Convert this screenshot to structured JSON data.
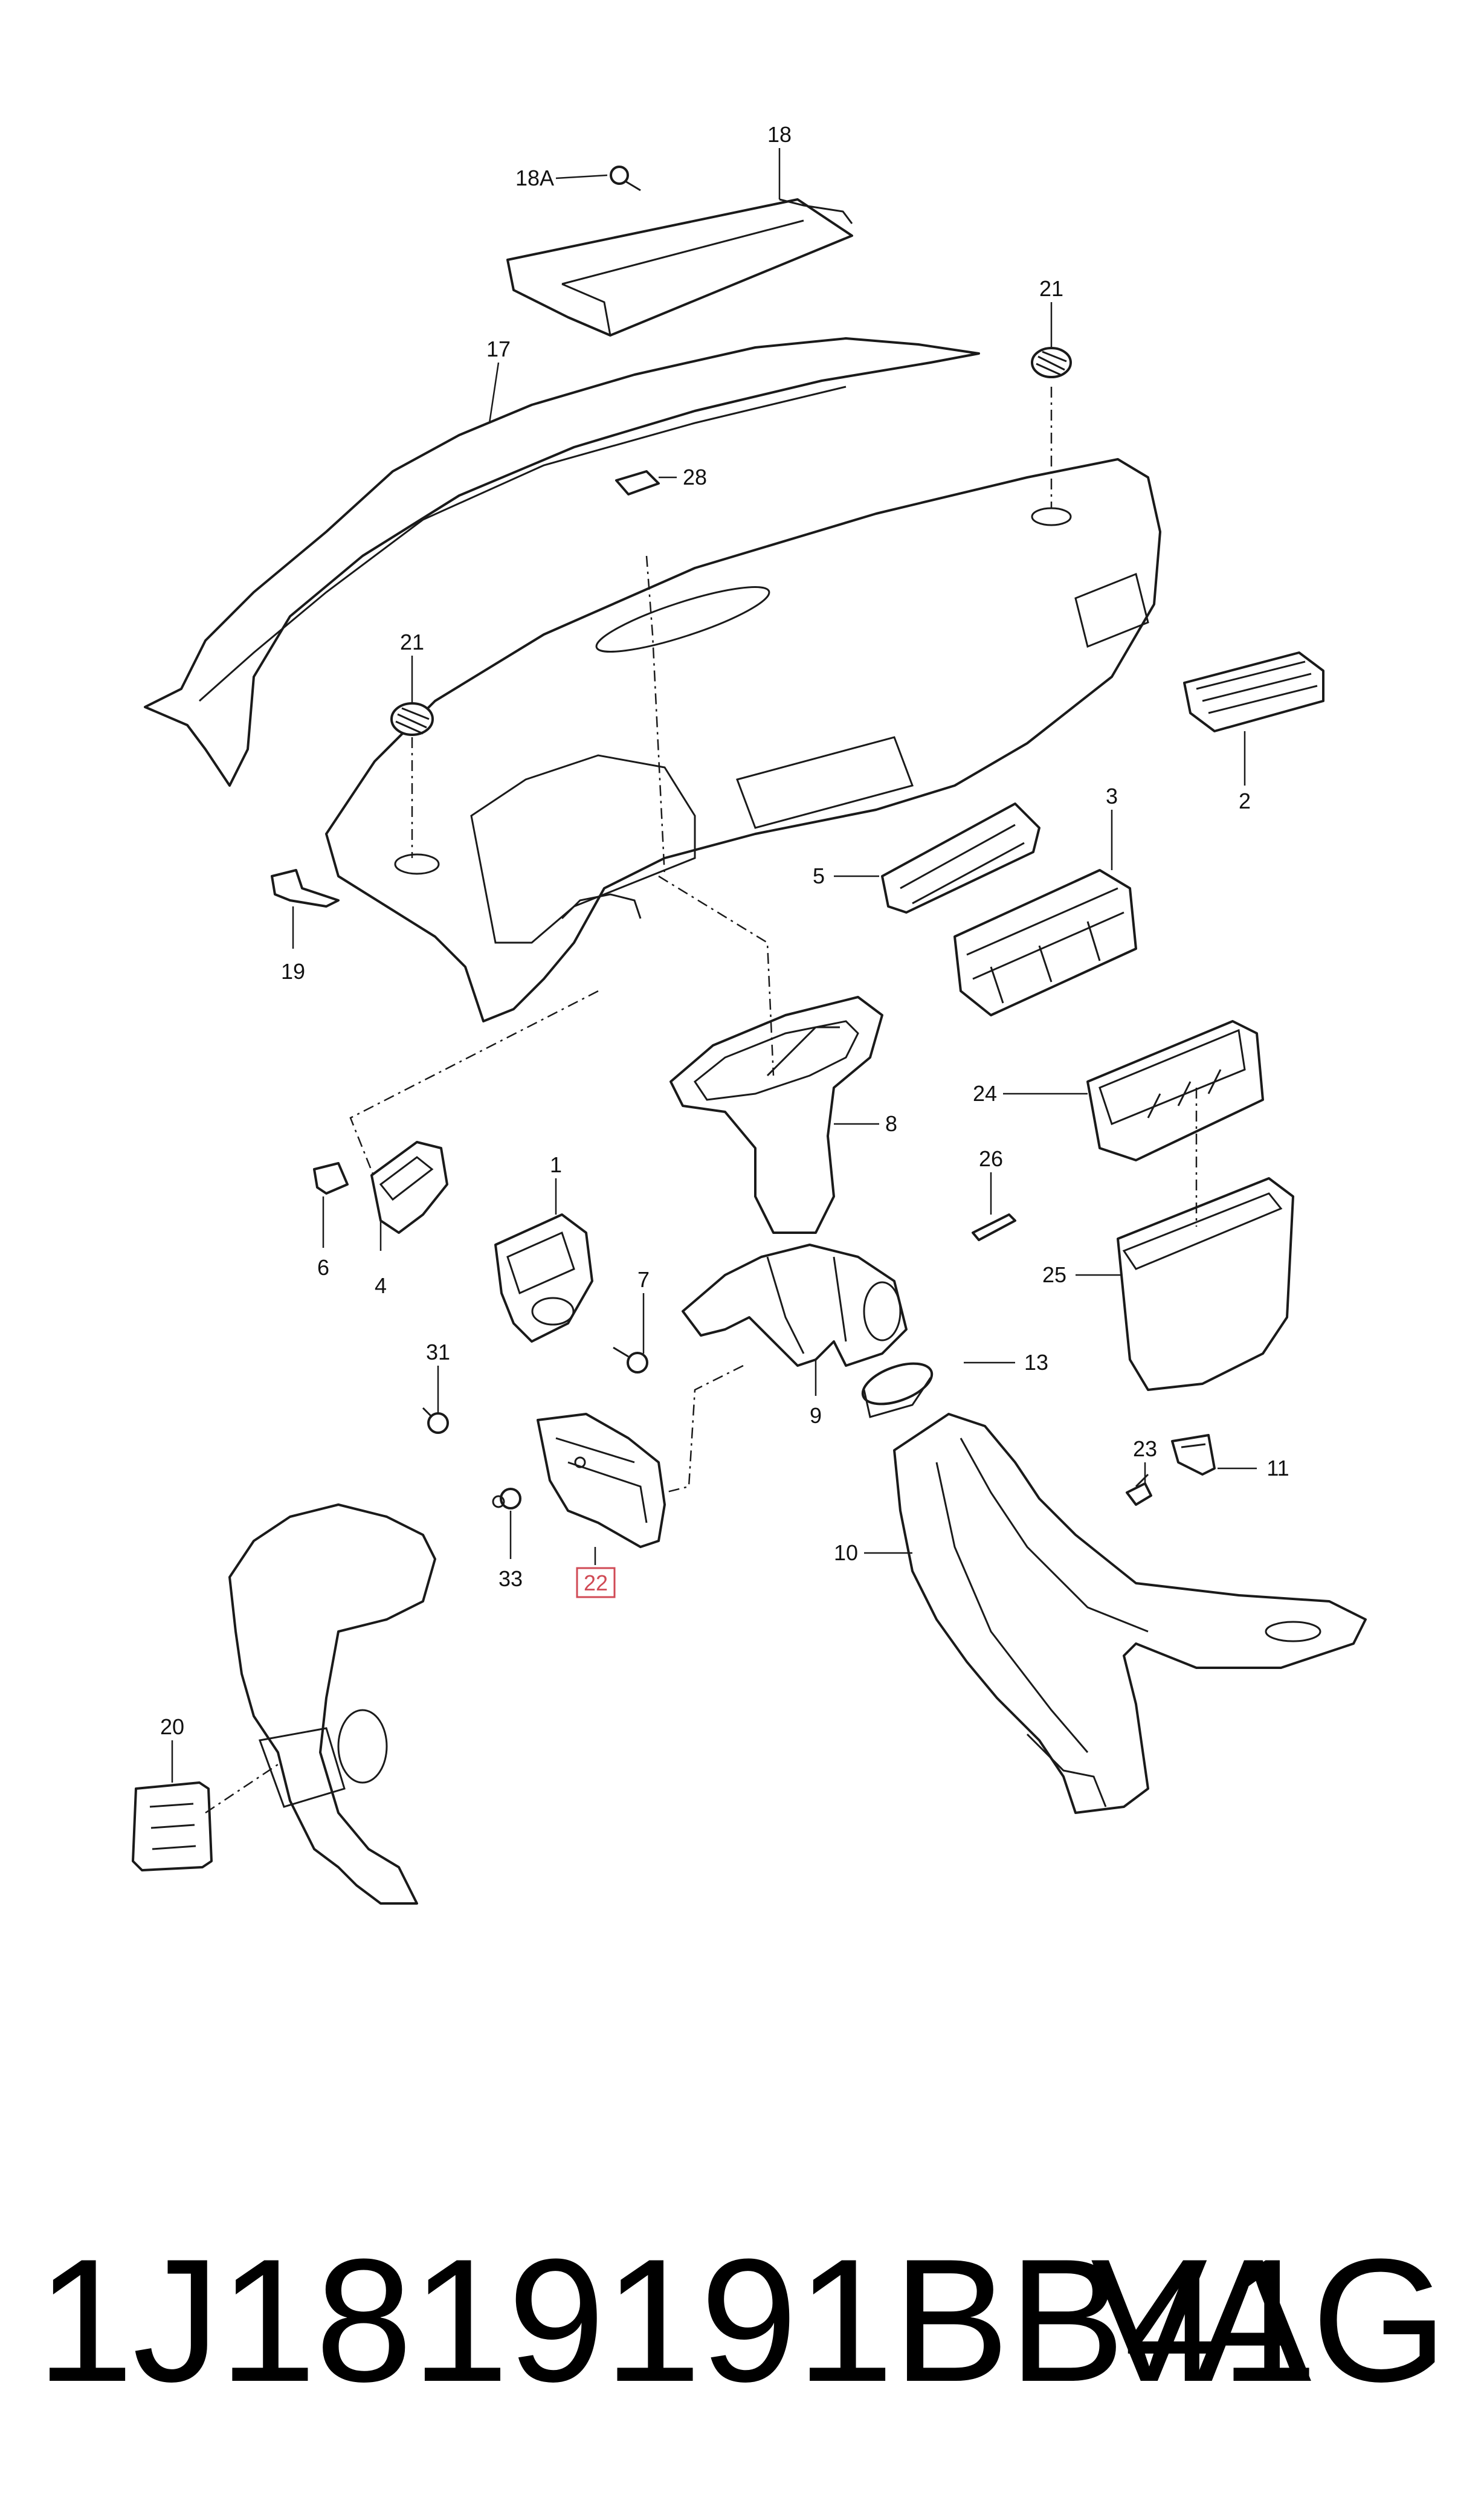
{
  "callouts": {
    "c1": "1",
    "c2": "2",
    "c3": "3",
    "c4": "4",
    "c5": "5",
    "c6": "6",
    "c7": "7",
    "c8": "8",
    "c9": "9",
    "c10": "10",
    "c11": "11",
    "c13": "13",
    "c17": "17",
    "c18": "18",
    "c18a": "18A",
    "c19": "19",
    "c20": "20",
    "c21a": "21",
    "c21b": "21",
    "c22": "22",
    "c23": "23",
    "c24": "24",
    "c25": "25",
    "c26": "26",
    "c28": "28",
    "c31": "31",
    "c33": "33"
  },
  "highlight": {
    "callout": "22",
    "color": "#d04a55"
  },
  "footer": {
    "part_number": "1J1819191BB41",
    "brand": "VAG"
  }
}
